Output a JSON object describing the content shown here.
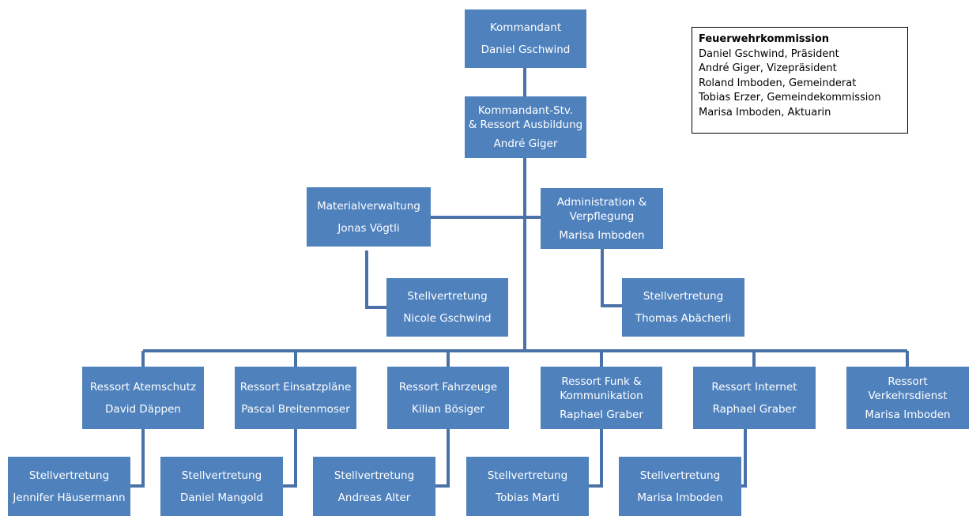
{
  "commander": {
    "role": "Kommandant",
    "name": "Daniel Gschwind"
  },
  "deputy": {
    "role": "Kommandant-Stv.\n& Ressort Ausbildung",
    "name": "André Giger"
  },
  "material": {
    "role": "Materialverwaltung",
    "name": "Jonas Vögtli"
  },
  "admin": {
    "role": "Administration &\nVerpflegung",
    "name": "Marisa Imboden"
  },
  "material_deputy": {
    "role": "Stellvertretung",
    "name": "Nicole Gschwind"
  },
  "admin_deputy": {
    "role": "Stellvertretung",
    "name": "Thomas Abächerli"
  },
  "ressorts": [
    {
      "role": "Ressort Atemschutz",
      "name": "David Däppen"
    },
    {
      "role": "Ressort Einsatzpläne",
      "name": "Pascal Breitenmoser"
    },
    {
      "role": "Ressort Fahrzeuge",
      "name": "Kilian Bösiger"
    },
    {
      "role": "Ressort Funk &\nKommunikation",
      "name": "Raphael Graber"
    },
    {
      "role": "Ressort Internet",
      "name": "Raphael Graber"
    },
    {
      "role": "Ressort\nVerkehrsdienst",
      "name": "Marisa Imboden"
    }
  ],
  "ressort_deputies": [
    {
      "role": "Stellvertretung",
      "name": "Jennifer Häusermann"
    },
    {
      "role": "Stellvertretung",
      "name": "Daniel Mangold"
    },
    {
      "role": "Stellvertretung",
      "name": "Andreas Alter"
    },
    {
      "role": "Stellvertretung",
      "name": "Tobias Marti"
    },
    {
      "role": "Stellvertretung",
      "name": "Marisa Imboden"
    }
  ],
  "commission": {
    "title": "Feuerwehrkommission",
    "members": [
      "Daniel Gschwind, Präsident",
      "André Giger, Vizepräsident",
      "Roland Imboden, Gemeinderat",
      "Tobias Erzer, Gemeindekommission",
      "Marisa Imboden, Aktuarin"
    ]
  },
  "colors": {
    "box": "#4f81bd",
    "line": "#4a72a8",
    "text": "#ffffff"
  }
}
